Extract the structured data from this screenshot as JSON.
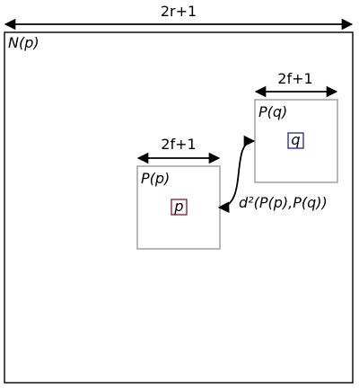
{
  "outer_window": {
    "dimension_label": "2r+1",
    "label": "N(p)"
  },
  "patch_p": {
    "dimension_label": "2f+1",
    "label": "P(p)",
    "center_label": "p",
    "center_color": "#8b1a1a"
  },
  "patch_q": {
    "dimension_label": "2f+1",
    "label": "P(q)",
    "center_label": "q",
    "center_color": "#1a2a9c"
  },
  "distance_label": "d²(P(p),P(q))",
  "colors": {
    "outline": "#000000",
    "patch_border": "#9a9a9a"
  }
}
